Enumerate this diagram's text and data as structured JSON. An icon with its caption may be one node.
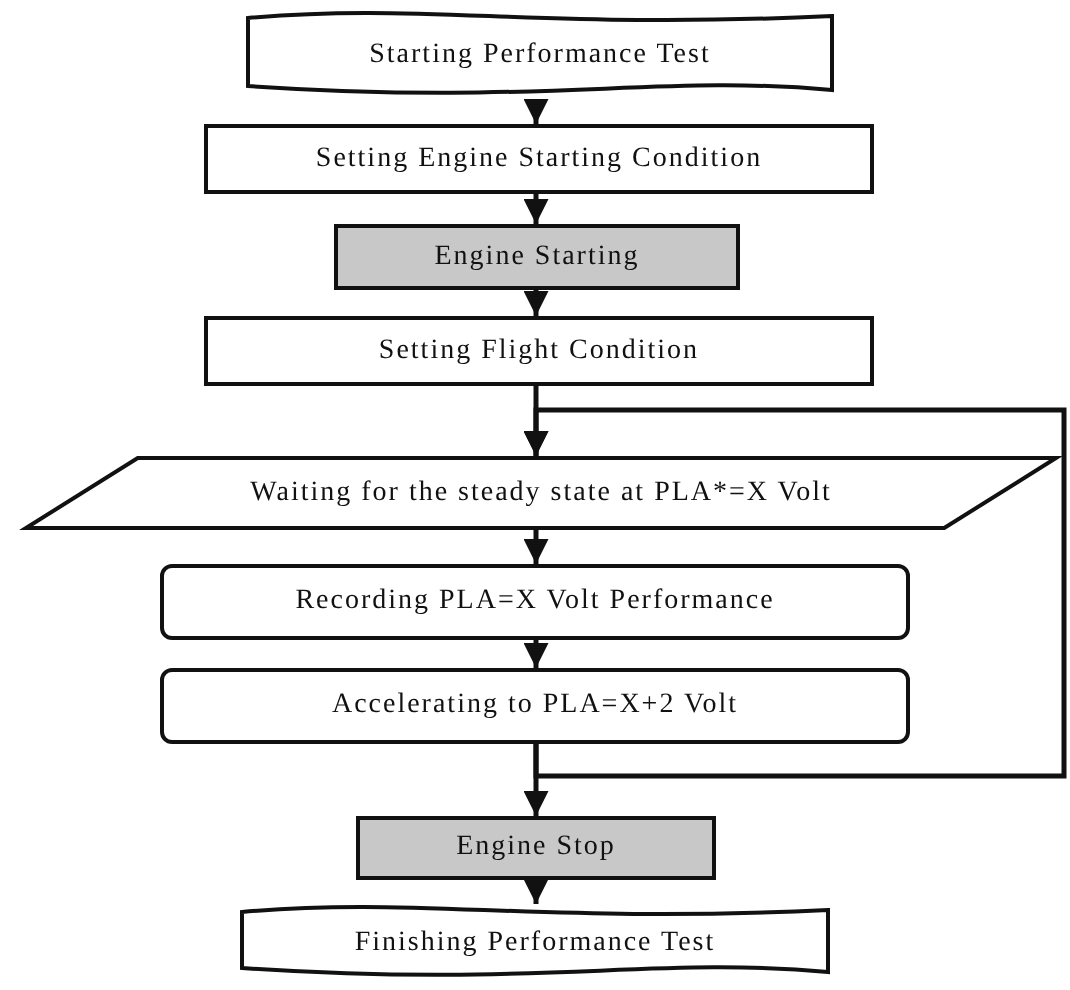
{
  "diagram": {
    "nodes": [
      {
        "text": [
          "Starting Performance Test"
        ]
      },
      {
        "text": [
          "Setting Engine Starting Condition"
        ]
      },
      {
        "text": [
          "Engine Starting"
        ]
      },
      {
        "text": [
          "Setting Flight Condition"
        ]
      },
      {
        "text": [
          "Waiting for the steady state at PLA*=X Volt"
        ]
      },
      {
        "text": [
          "Recording PLA=X Volt Performance"
        ]
      },
      {
        "text": [
          "Accelerating to PLA=X+2 Volt"
        ]
      },
      {
        "text": [
          "Engine Stop"
        ]
      },
      {
        "text": [
          "Finishing Performance Test"
        ]
      }
    ],
    "edges": [
      {
        "from": 0,
        "to": 1,
        "arrow": "to"
      },
      {
        "from": 1,
        "to": 2,
        "arrow": "to"
      },
      {
        "from": 2,
        "to": 3,
        "arrow": "to"
      },
      {
        "from": 3,
        "to": 4,
        "arrow": "to"
      },
      {
        "from": 4,
        "to": 5,
        "arrow": "to"
      },
      {
        "from": 5,
        "to": 6,
        "arrow": "to"
      },
      {
        "from": 6,
        "to": 7,
        "arrow": "to"
      },
      {
        "from": 6,
        "to": 4,
        "arrow": "to"
      },
      {
        "from": 7,
        "to": 8,
        "arrow": "to"
      }
    ]
  }
}
